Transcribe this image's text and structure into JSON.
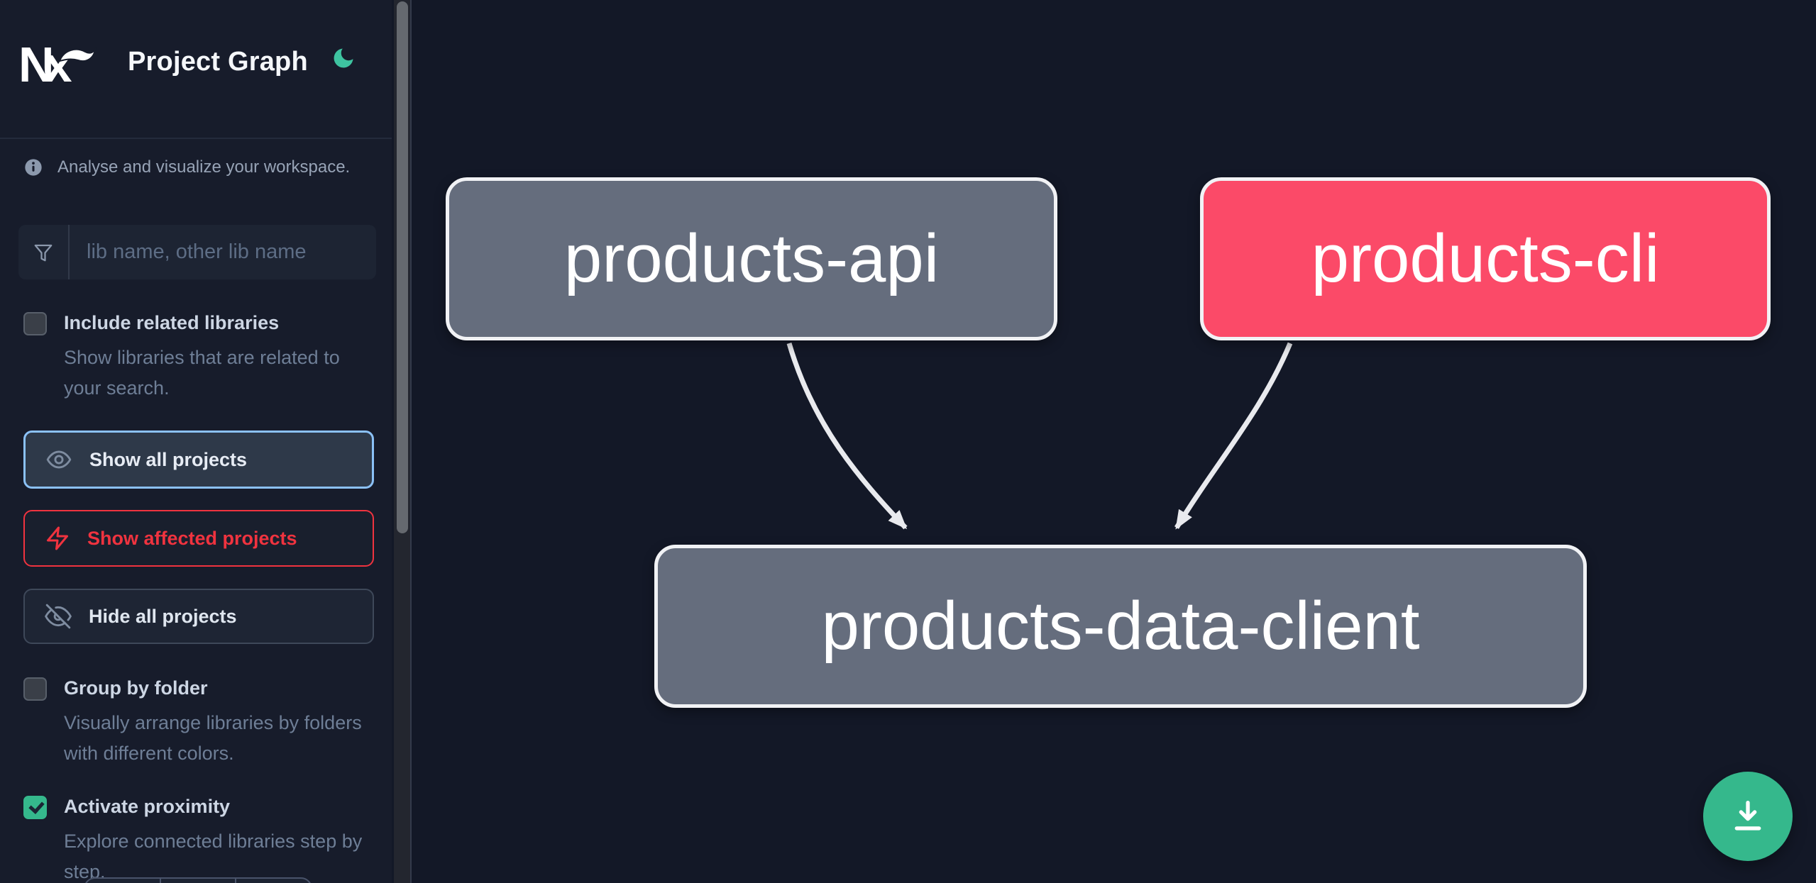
{
  "colors": {
    "canvas-bg": "#131827",
    "sidebar-bg": "#171c2b",
    "accent-green": "#35b88c",
    "moon-green": "#3ec3a0",
    "focus-blue": "#8bc1f7",
    "danger-red": "#f0333f",
    "node-gray": "#656d7d",
    "node-affected": "#fb4a68",
    "node-border": "#f1f2f5",
    "edge": "#e9eaee",
    "text-primary": "#e7ecf4",
    "text-secondary": "#97a3b6",
    "text-muted": "#6e7e96"
  },
  "header": {
    "logo_text": "Nx",
    "title": "Project Graph",
    "theme_toggle_icon": "moon-icon"
  },
  "sidebar": {
    "tagline": "Analyse and visualize your workspace.",
    "search": {
      "placeholder": "lib name, other lib name",
      "value": "",
      "icon": "filter-funnel-icon"
    },
    "toggles": [
      {
        "label": "Include related libraries",
        "description": "Show libraries that are related to your search.",
        "checked": false
      },
      {
        "label": "Group by folder",
        "description": "Visually arrange libraries by folders with different colors.",
        "checked": false
      },
      {
        "label": "Activate proximity",
        "description": "Explore connected libraries step by step.",
        "checked": true
      }
    ],
    "actions": [
      {
        "label": "Show all projects",
        "icon": "eye-icon",
        "state": "active"
      },
      {
        "label": "Show affected projects",
        "icon": "lightning-icon",
        "state": "danger"
      },
      {
        "label": "Hide all projects",
        "icon": "eye-off-icon",
        "state": "default"
      }
    ]
  },
  "graph": {
    "nodes": [
      {
        "id": "products-api",
        "label": "products-api",
        "type": "normal"
      },
      {
        "id": "products-cli",
        "label": "products-cli",
        "type": "affected"
      },
      {
        "id": "products-data-client",
        "label": "products-data-client",
        "type": "normal"
      }
    ],
    "edges": [
      {
        "from": "products-api",
        "to": "products-data-client"
      },
      {
        "from": "products-cli",
        "to": "products-data-client"
      }
    ],
    "download_button_icon": "download-icon"
  }
}
